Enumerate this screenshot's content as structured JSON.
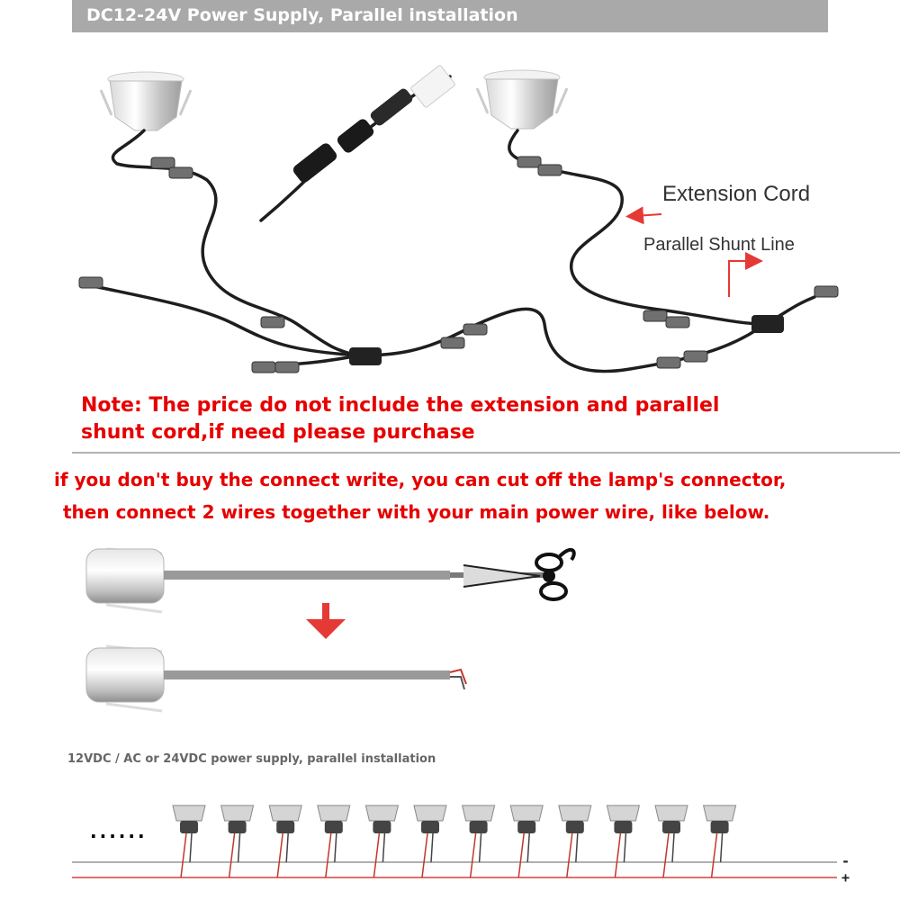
{
  "header": {
    "title": "DC12-24V Power Supply, Parallel installation"
  },
  "labels": {
    "extension_cord": "Extension Cord",
    "parallel_shunt_line": "Parallel Shunt Line"
  },
  "note": {
    "line1": "Note: The price do not include the extension and parallel",
    "line2": "shunt cord,if need please purchase"
  },
  "instruction": {
    "line1": "if you don't buy the connect write, you can cut off the lamp's connector,",
    "line2": "then connect 2 wires together with your main power wire, like below."
  },
  "bottom": {
    "caption": "12VDC / AC or 24VDC power supply, parallel installation",
    "ellipsis": "......",
    "minus": "-",
    "plus": "+",
    "lamp_count": 12
  },
  "colors": {
    "note_red": "#e60000",
    "arrow_red": "#e53935",
    "header_gray": "#a9a9a9",
    "wire_black": "#1e1e1e",
    "plus_rail": "#e07070",
    "minus_rail": "#b0b0b0"
  },
  "icons": {
    "scissors": "scissors-icon",
    "arrow": "arrow-down-icon",
    "lamp": "recessed-lamp-icon"
  }
}
